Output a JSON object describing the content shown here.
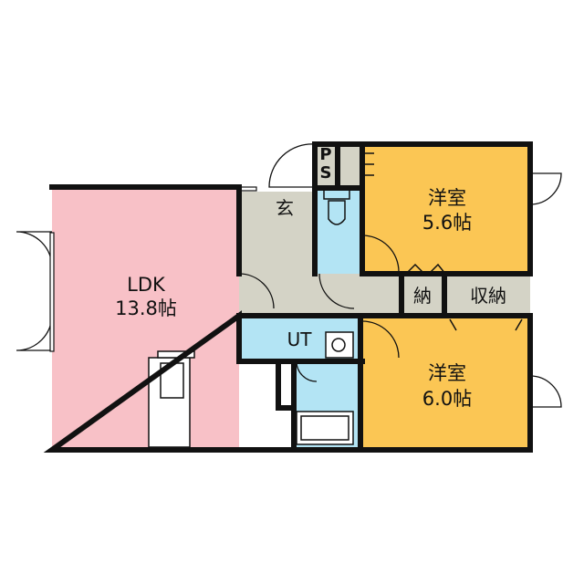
{
  "rooms": {
    "ldk": {
      "name": "LDK",
      "size": "13.8帖",
      "color": "#F8C1C7"
    },
    "bedroom1": {
      "name": "洋室",
      "size": "5.6帖",
      "color": "#FBC654"
    },
    "bedroom2": {
      "name": "洋室",
      "size": "6.0帖",
      "color": "#FBC654"
    },
    "entrance": {
      "name": "玄",
      "color": "#D4D3C6"
    },
    "hall": {
      "color": "#D4D3C6"
    },
    "ut": {
      "name": "UT",
      "color": "#B3E4F4"
    },
    "bath": {
      "color": "#B3E4F4"
    },
    "toilet": {
      "color": "#B3E4F4"
    },
    "pipe_space": {
      "label": "PS",
      "color": "#D4D3C6"
    },
    "storage_small": {
      "name": "納",
      "color": "#D4D3C6"
    },
    "storage": {
      "name": "収納",
      "color": "#D4D3C6"
    }
  },
  "wall_color": "#111111"
}
